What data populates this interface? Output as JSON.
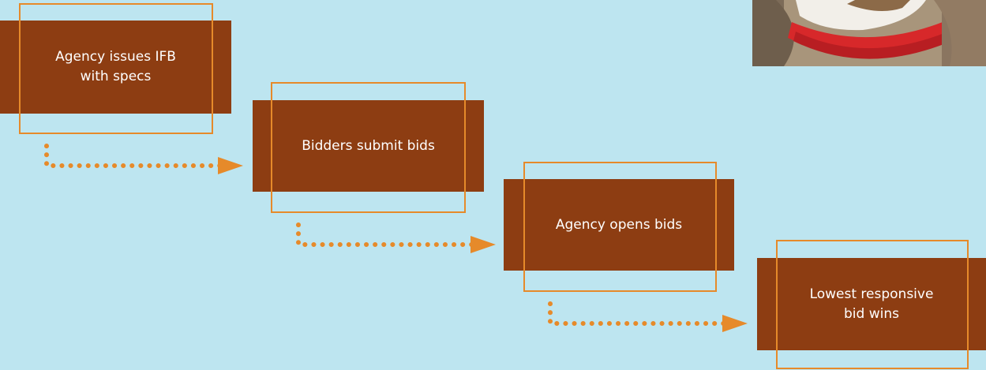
{
  "steps": [
    {
      "label": "Agency issues IFB\nwith specs"
    },
    {
      "label": "Bidders submit bids"
    },
    {
      "label": "Agency opens bids"
    },
    {
      "label": "Lowest responsive\nbid wins"
    }
  ],
  "colors": {
    "background": "#bde5f0",
    "box": "#8d3d12",
    "accent": "#e68a2a",
    "text": "#ffffff"
  },
  "photo": {
    "icon": "food-basket-photo"
  }
}
